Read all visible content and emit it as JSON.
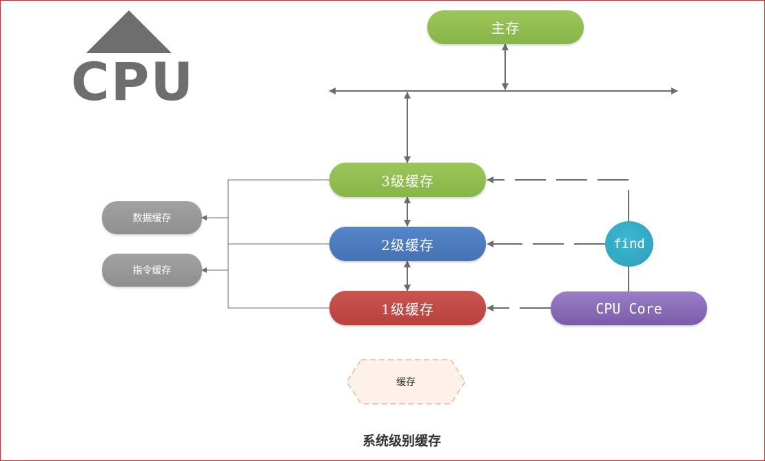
{
  "diagram": {
    "caption": "系统级别缓存",
    "logo_text": "CPU",
    "nodes": {
      "main_memory": "主存",
      "l3_cache": "3级缓存",
      "l2_cache": "2级缓存",
      "l1_cache": "1级缓存",
      "cpu_core": "CPU Core",
      "find": "find",
      "data_cache": "数据缓存",
      "instruction_cache": "指令缓存",
      "cache_legend": "缓存"
    },
    "colors": {
      "main_memory": "#8fbc4f",
      "l3_cache": "#8fbc4f",
      "l2_cache": "#4a7bbd",
      "l1_cache": "#bf4a46",
      "cpu_core": "#8a6bb8",
      "find": "#33a9c4",
      "side_cache": "#9a9a9a",
      "connector": "#6b6b6b",
      "frame": "#d9222a",
      "legend_border": "#f0b49a"
    }
  }
}
